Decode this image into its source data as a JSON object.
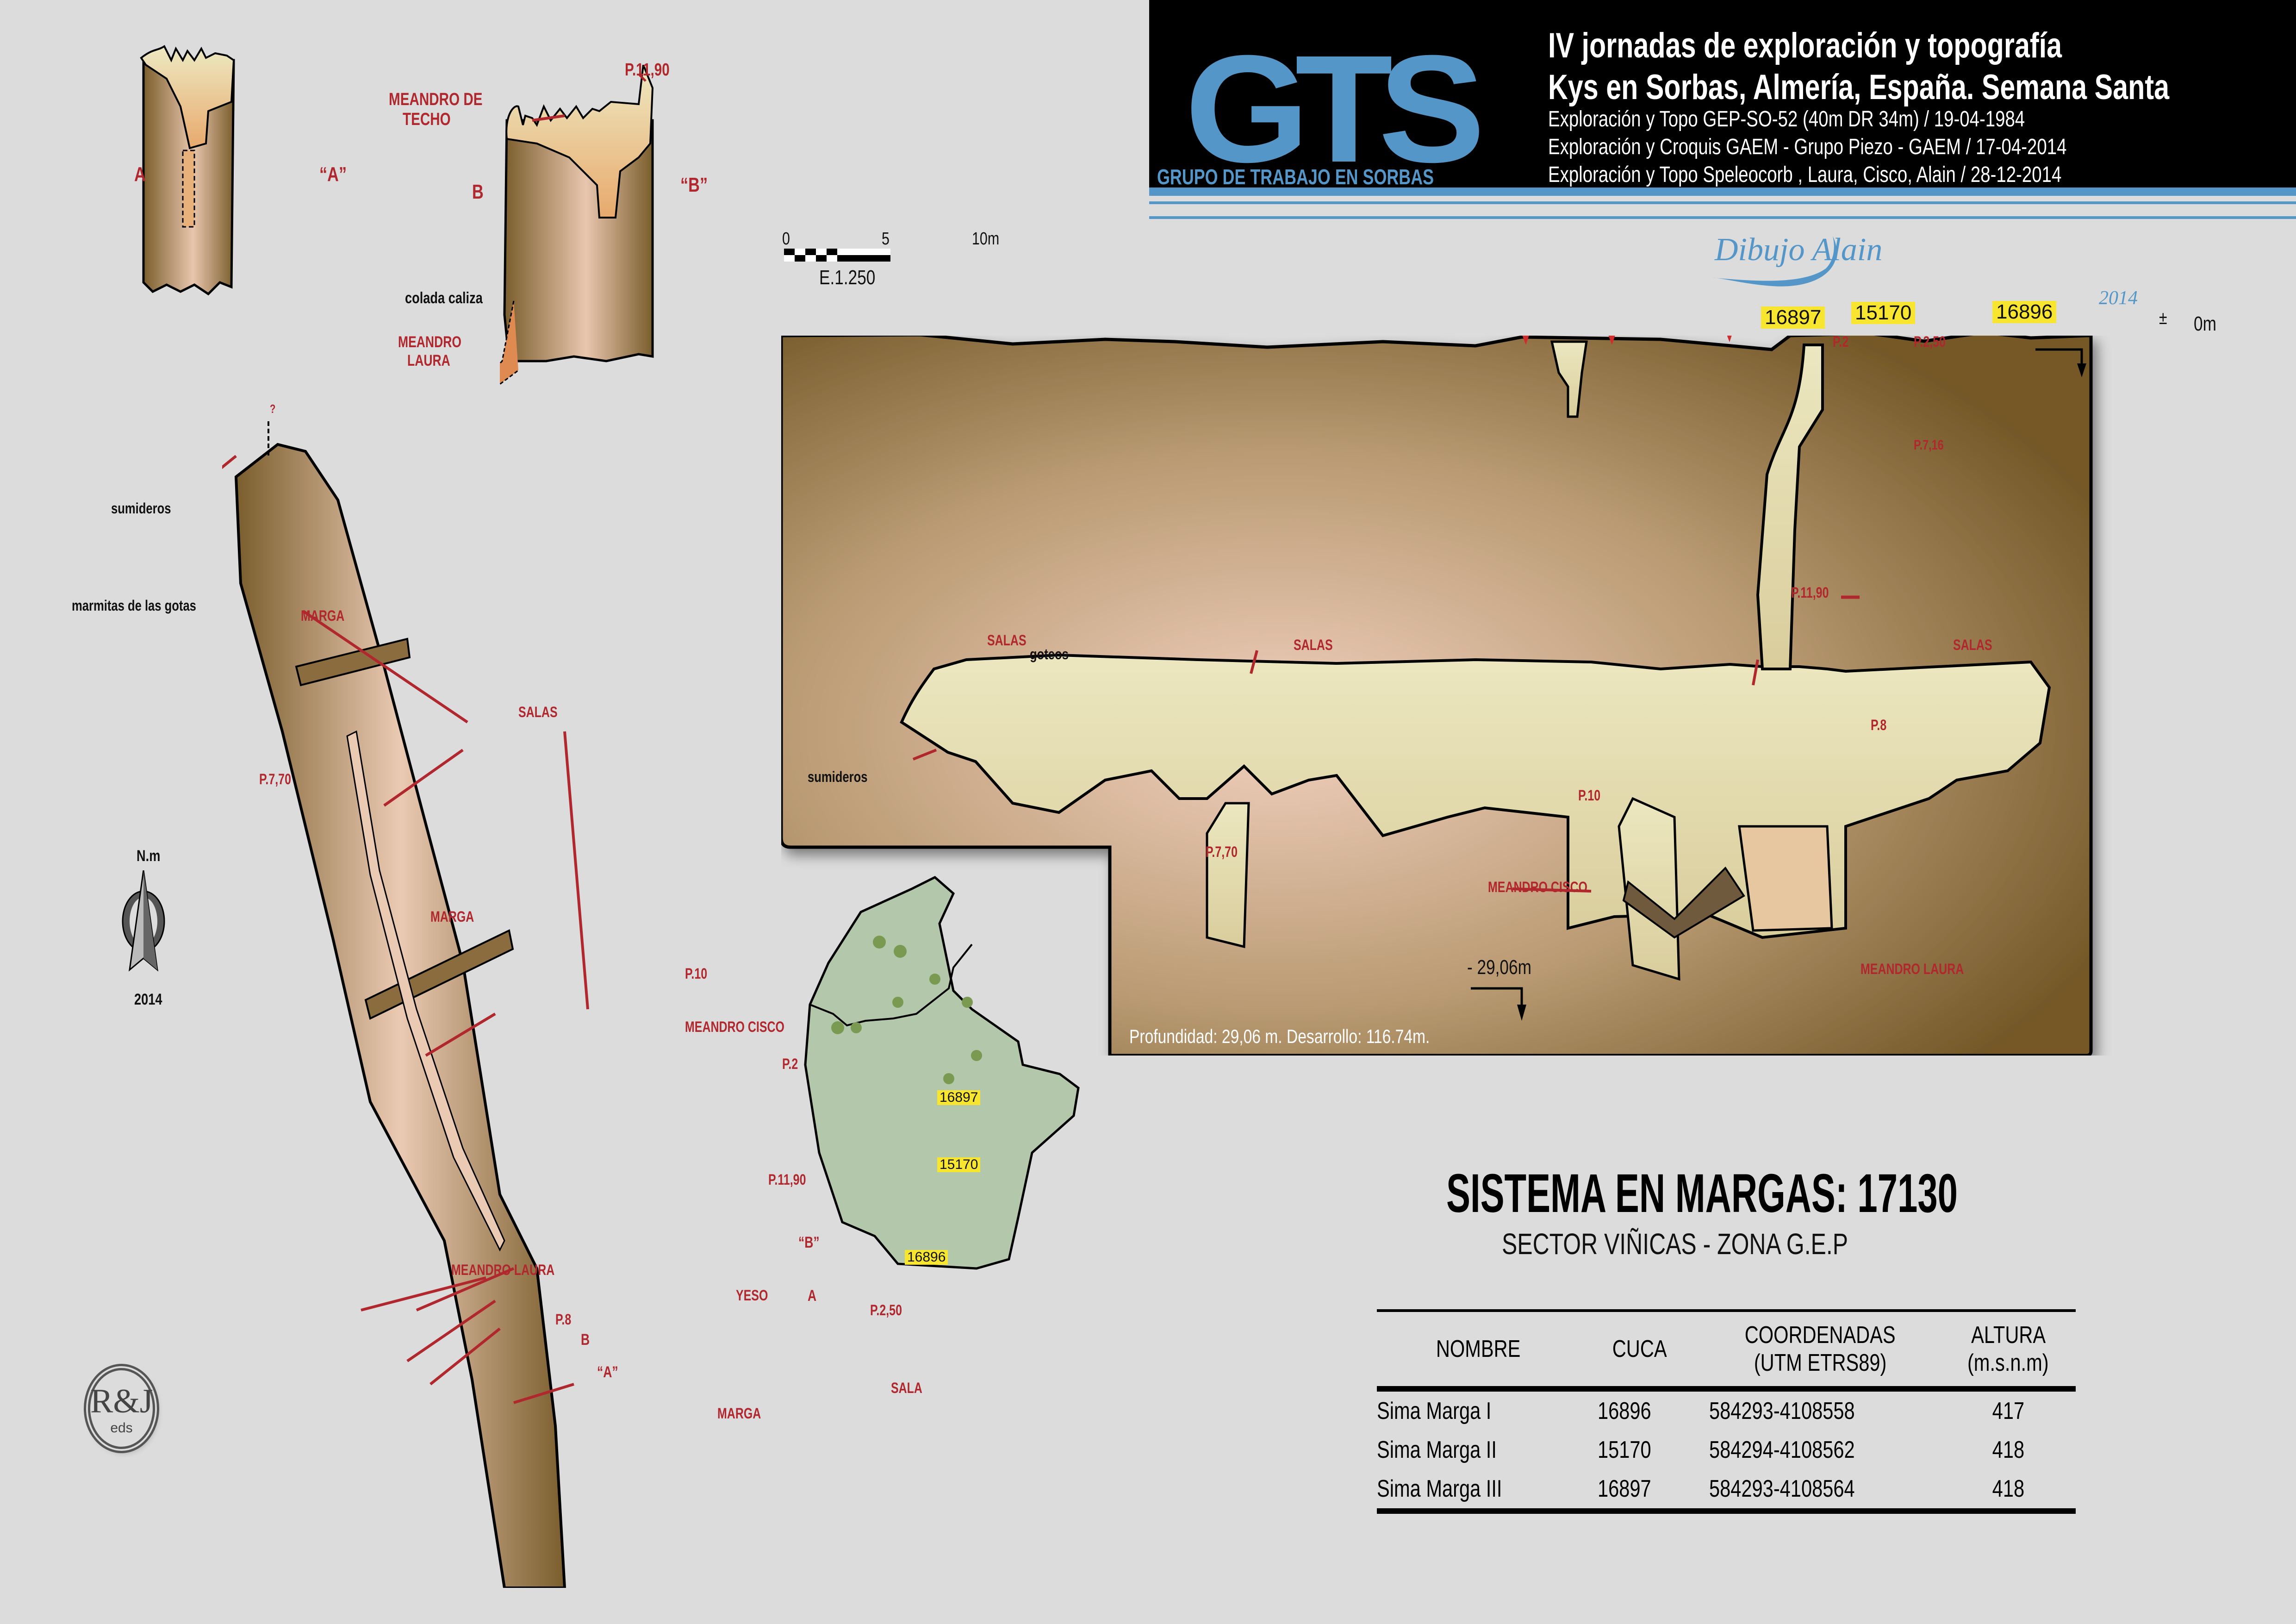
{
  "header": {
    "logo_text": "GTS",
    "logo_subtitle": "GRUPO DE TRABAJO EN SORBAS",
    "title_line1": "IV jornadas de exploración y topografía",
    "title_line2": "Kys en Sorbas, Almería, España. Semana Santa",
    "credits": [
      "Exploración y Topo GEP-SO-52 (40m DR 34m) / 19-04-1984",
      "Exploración y Croquis GAEM - Grupo Piezo -  GAEM / 17-04-2014",
      "Exploración y Topo Speleocorb , Laura, Cisco, Alain / 28-12-2014"
    ],
    "accent_color": "#5596c9"
  },
  "signature": {
    "text": "Dibujo Alain",
    "year": "2014"
  },
  "scale_bar": {
    "ticks": [
      "0",
      "5",
      "10m"
    ],
    "label": "E.1.250"
  },
  "cross_sections": {
    "a": {
      "left_label": "A",
      "right_label": "“A”"
    },
    "b": {
      "left_label": "B",
      "right_label": "“B”",
      "labels": [
        "MEANDRO DE",
        "TECHO",
        "P.11,90",
        "colada caliza",
        "MEANDRO",
        "LAURA"
      ]
    }
  },
  "plan_view": {
    "labels": {
      "question": "?",
      "sumideros": "sumideros",
      "marmitas": "marmitas de las gotas",
      "marga1": "MARGA",
      "salas": "SALAS",
      "p770": "P.7,70",
      "marga2": "MARGA",
      "p10": "P.10",
      "meandro_cisco": "MEANDRO CISCO",
      "p2": "P.2",
      "p1190": "P.11,90",
      "meandro_laura": "MEANDRO LAURA",
      "b_quote": "“B”",
      "yeso": "YESO",
      "a": "A",
      "p8": "P.8",
      "b": "B",
      "p250": "P.2,50",
      "a_quote": "“A”",
      "sala": "SALA",
      "marga3": "MARGA"
    },
    "surface_tags": [
      "16897",
      "15170",
      "16896"
    ]
  },
  "north_arrow": {
    "label": "N.m",
    "year": "2014"
  },
  "section_view": {
    "entrance_tags": [
      "16897",
      "15170",
      "16896"
    ],
    "datum": {
      "sign": "±",
      "value": "0m"
    },
    "depth_marker": "- 29,06m",
    "labels": {
      "p2": "P.2",
      "p250": "P.2,50",
      "p716": "P.7,16",
      "p1190": "P.11,90",
      "salas_left": "SALAS",
      "goteos": "goteos",
      "salas_mid": "SALAS",
      "salas_right": "SALAS",
      "sumideros": "sumideros",
      "p770": "P.7,70",
      "p10": "P.10",
      "p8": "P.8",
      "meandro_cisco": "MEANDRO CISCO",
      "meandro_laura": "MEANDRO LAURA"
    },
    "footer": "Profundidad: 29,06 m. Desarrollo: 116.74m."
  },
  "title_block": {
    "title": "SISTEMA EN MARGAS: 17130",
    "subtitle": "SECTOR VIÑICAS - ZONA G.E.P",
    "table": {
      "headers": [
        {
          "l1": "NOMBRE",
          "l2": ""
        },
        {
          "l1": "CUCA",
          "l2": ""
        },
        {
          "l1": "COORDENADAS",
          "l2": "(UTM ETRS89)"
        },
        {
          "l1": "ALTURA",
          "l2": "(m.s.n.m)"
        }
      ],
      "rows": [
        {
          "nombre": "Sima Marga I",
          "cuca": "16896",
          "coordenadas": "584293-4108558",
          "altura": "417"
        },
        {
          "nombre": "Sima Marga II",
          "cuca": "15170",
          "coordenadas": "584294-4108562",
          "altura": "418"
        },
        {
          "nombre": "Sima Marga III",
          "cuca": "16897",
          "coordenadas": "584293-4108564",
          "altura": "418"
        }
      ]
    }
  },
  "publisher_logo": {
    "main": "R&J",
    "sub": "eds"
  },
  "colors": {
    "label_red": "#b0282e",
    "tag_yellow": "#f7e52f",
    "rock_brown": "#7a5e2c",
    "cave_cream": "#e8e2b5",
    "plan_green": "#b3c7ab"
  }
}
